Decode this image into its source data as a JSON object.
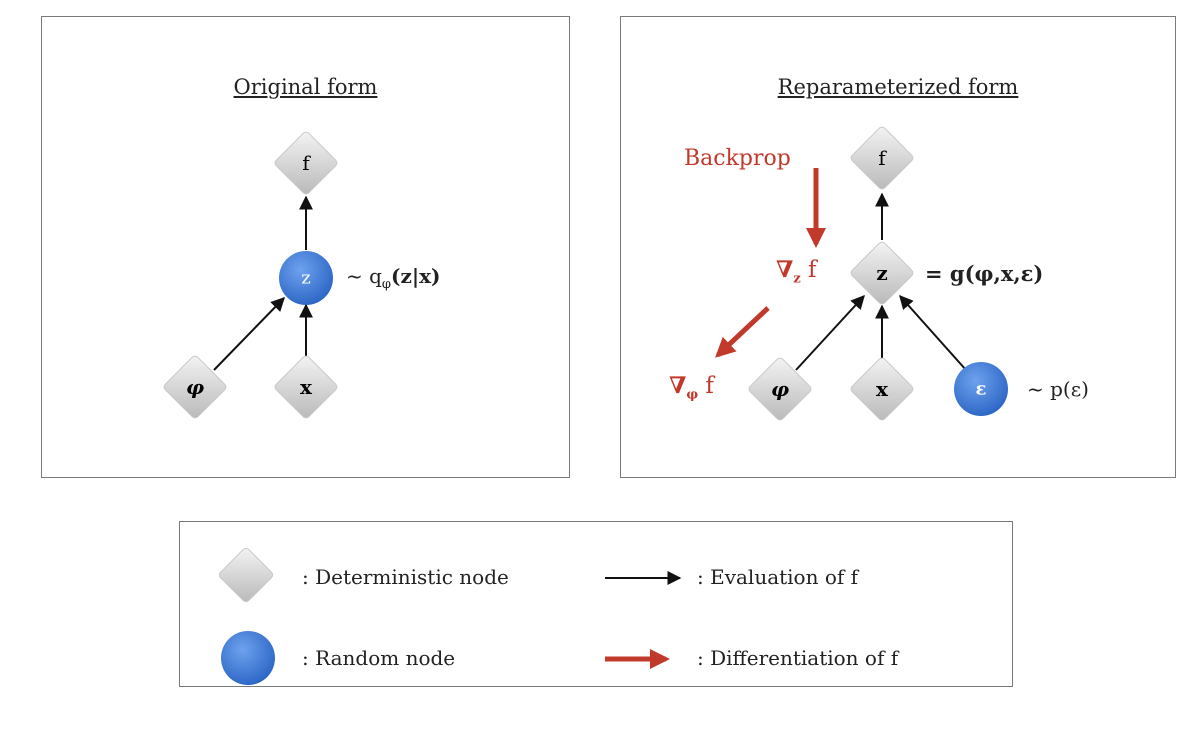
{
  "panels": {
    "original": {
      "title": "Original form"
    },
    "reparameterized": {
      "title": "Reparameterized form"
    }
  },
  "original": {
    "node_f": "f",
    "node_z": "z",
    "node_phi": "φ",
    "node_x": "x",
    "z_dist": {
      "prefix": "~ q",
      "sub": "φ",
      "args": "(z|x)"
    }
  },
  "reparameterized": {
    "node_f": "f",
    "node_z": "z",
    "node_phi": "φ",
    "node_x": "x",
    "node_eps": "ε",
    "z_eq": "= g(φ,x,ε)",
    "eps_dist": "~ p(ε)",
    "backprop": "Backprop",
    "grad_z": {
      "nabla": "∇",
      "sub": "z",
      "f": "f"
    },
    "grad_phi": {
      "nabla": "∇",
      "sub": "φ",
      "f": "f"
    }
  },
  "legend": {
    "deterministic": ": Deterministic node",
    "random": ": Random node",
    "evaluation": ": Evaluation of f",
    "differentiation": ": Differentiation of f"
  },
  "colors": {
    "random_node": "#3a78d8",
    "deterministic_node": "#d6d6d6",
    "differentiation": "#c0392b",
    "evaluation": "#111111"
  }
}
